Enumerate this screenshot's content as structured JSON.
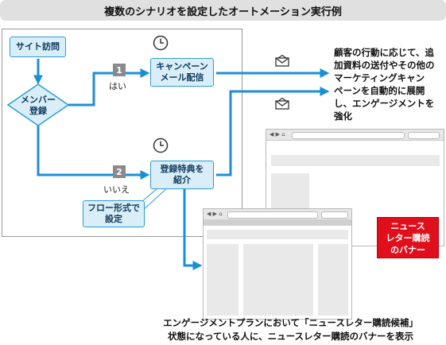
{
  "title": "複数のシナリオを設定したオートメーション実行例",
  "nodes": {
    "site_visit": "サイト訪問",
    "member_line1": "メンバー",
    "member_line2": "登録",
    "campaign_line1": "キャンペーン",
    "campaign_line2": "メール配信",
    "bonus_line1": "登録特典を",
    "bonus_line2": "紹介",
    "flow_line1": "フロー形式で",
    "flow_line2": "設定"
  },
  "branches": {
    "yes_step": "1",
    "yes_label": "はい",
    "no_step": "2",
    "no_label": "いいえ"
  },
  "description": {
    "line1": "顧客の行動に応じて、追",
    "line2": "加資料の送付やその他の",
    "line3": "マーケティングキャン",
    "line4": "ペーンを自動的に展開",
    "line5": "し、エンゲージメントを",
    "line6": "強化"
  },
  "banner": {
    "line1": "ニュース",
    "line2": "レター購読",
    "line3": "のバナー"
  },
  "browser": {
    "nav_glyphs": "◀ ▶ ⌂"
  },
  "note": {
    "line1": "エンゲージメントプランにおいて「ニュースレター購読候補」",
    "line2": "状態になっている人に、ニュースレター購読のバナーを表示"
  },
  "icons": [
    "clock-icon",
    "envelope-icon"
  ],
  "colors": {
    "node_fill": "#d9eef9",
    "node_border": "#2b9cd8",
    "arrow": "#1a8fd6",
    "banner": "#e10f1c",
    "badge": "#8a8a8a"
  }
}
